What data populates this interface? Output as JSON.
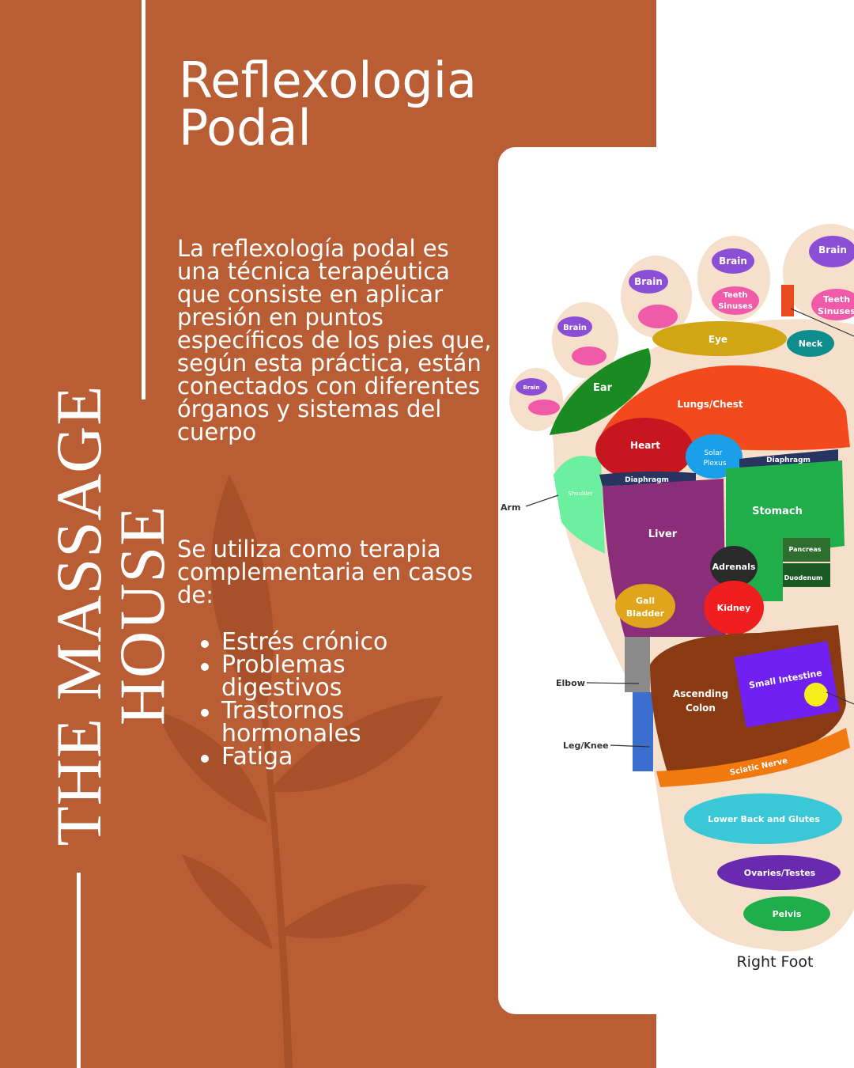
{
  "brand": {
    "line1": "THE MASSAGE",
    "line2": "HOUSE"
  },
  "title": {
    "line1": "Reflexologia",
    "line2": "Podal"
  },
  "description": "La reflexología podal es una técnica terapéutica que consiste en aplicar presión en puntos específicos de los pies que, según esta práctica, están conectados con diferentes órganos y sistemas del cuerpo",
  "intro": "Se utiliza como terapia complementaria en casos de:",
  "uses": [
    "Estrés crónico",
    "Problemas digestivos",
    "Trastornos hormonales",
    "Fatiga"
  ],
  "colors": {
    "panel": "#b95d34",
    "text": "#ffffff"
  },
  "diagram": {
    "caption": "Right Foot",
    "labels": {
      "brain": "Brain",
      "teeth": "Teeth",
      "sinuses": "Sinuses",
      "eye": "Eye",
      "neck": "Neck",
      "ear": "Ear",
      "lungs": "Lungs/Chest",
      "heart": "Heart",
      "solar1": "Solar",
      "solar2": "Plexus",
      "diaphragm": "Diaphragm",
      "shoulder": "Shoulder",
      "arm": "Arm",
      "stomach": "Stomach",
      "liver": "Liver",
      "pancreas": "Pancreas",
      "adrenals": "Adrenals",
      "duodenum": "Duodenum",
      "gall1": "Gall",
      "gall2": "Bladder",
      "kidney": "Kidney",
      "elbow": "Elbow",
      "asc1": "Ascending",
      "asc2": "Colon",
      "small": "Small Intestine",
      "legknee": "Leg/Knee",
      "sciatic": "Sciatic Nerve",
      "lowerback": "Lower Back and Glutes",
      "ovaries": "Ovaries/Testes",
      "pelvis": "Pelvis"
    }
  }
}
